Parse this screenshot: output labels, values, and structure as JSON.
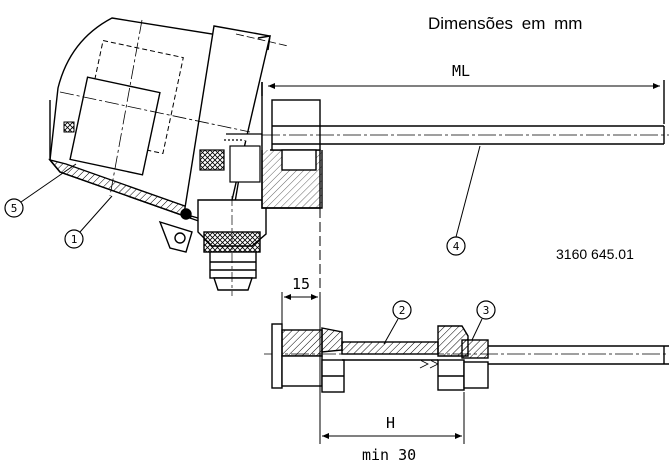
{
  "header": {
    "units_note": "Dimensões em mm"
  },
  "drawing_number": "3160 645.01",
  "dimensions": {
    "ml": "ML",
    "fifteen": "15",
    "h": "H",
    "min30": "min 30"
  },
  "callouts": [
    "1",
    "2",
    "3",
    "4",
    "5"
  ]
}
